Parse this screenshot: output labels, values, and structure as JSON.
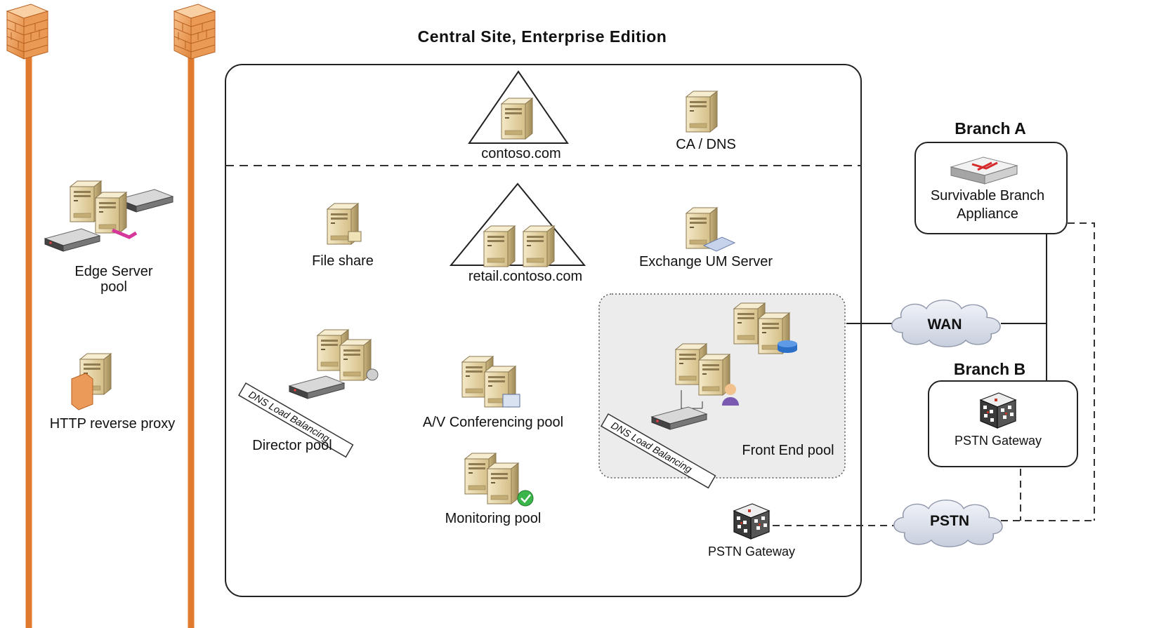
{
  "title": "Central Site, Enterprise Edition",
  "domains": {
    "contoso": "contoso.com",
    "retail": "retail.contoso.com"
  },
  "servers": {
    "ca_dns": "CA / DNS",
    "file_share": "File share",
    "exchange_um": "Exchange UM Server",
    "edge_line1": "Edge Server",
    "edge_line2": "pool",
    "http_proxy": "HTTP reverse proxy",
    "director_pool": "Director pool",
    "av_pool": "A/V Conferencing pool",
    "monitoring_pool": "Monitoring pool",
    "front_end_pool": "Front End pool",
    "pstn_gateway_central": "PSTN Gateway"
  },
  "dns_lb": "DNS Load Balancing",
  "networks": {
    "wan": "WAN",
    "pstn": "PSTN"
  },
  "branch_a": {
    "title": "Branch A",
    "device_line1": "Survivable Branch",
    "device_line2": "Appliance"
  },
  "branch_b": {
    "title": "Branch B",
    "device": "PSTN Gateway"
  },
  "colors": {
    "firewall_line": "#e07a2e",
    "firewall_brick": "#f0a466",
    "server_body": "#e8d7ab",
    "server_shade": "#b9a46e",
    "cloud": "#dfe3ec",
    "front_end_bg": "#ececec"
  }
}
